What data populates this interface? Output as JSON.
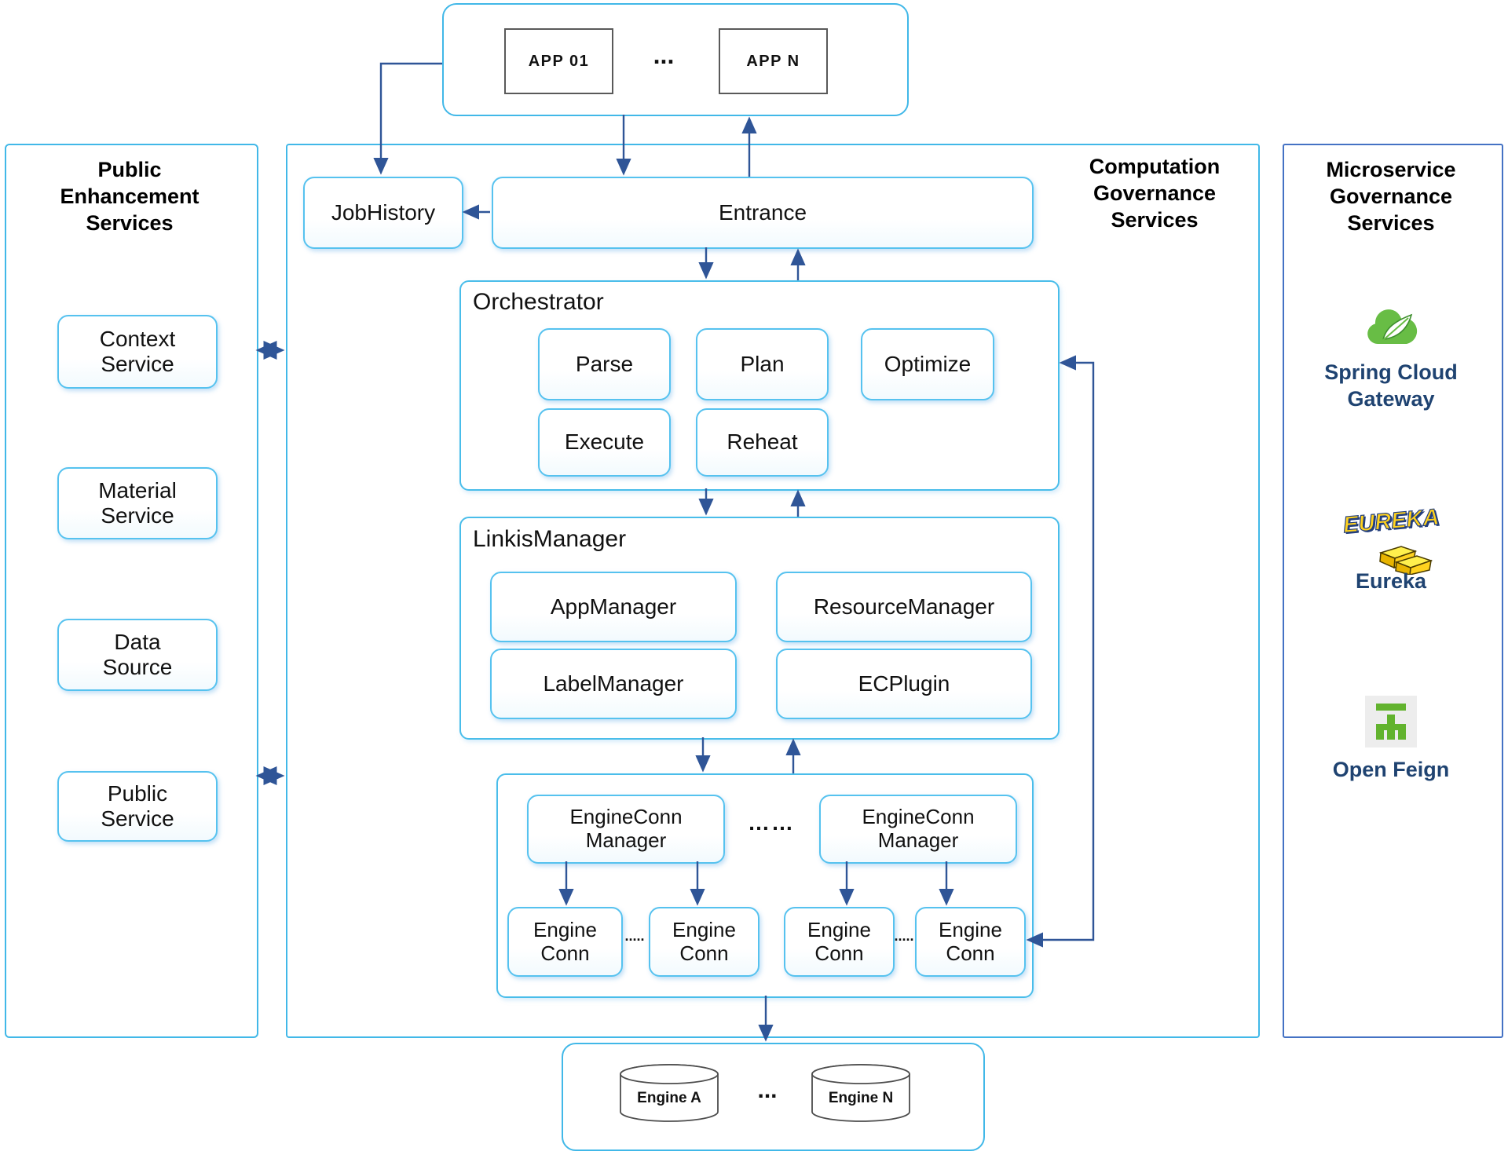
{
  "top_apps": {
    "app_01": "APP 01",
    "dots": "...",
    "app_n": "APP N"
  },
  "left_panel": {
    "title_lines": [
      "Public",
      "Enhancement",
      "Services"
    ],
    "boxes": [
      [
        "Context",
        "Service"
      ],
      [
        "Material",
        "Service"
      ],
      [
        "Data",
        "Source"
      ],
      [
        "Public",
        "Service"
      ]
    ]
  },
  "middle_panel": {
    "title_lines": [
      "Computation",
      "Governance",
      "Services"
    ],
    "job_history": "JobHistory",
    "entrance": "Entrance",
    "orchestrator": {
      "label": "Orchestrator",
      "row1": [
        "Parse",
        "Plan",
        "Optimize"
      ],
      "row2": [
        "Execute",
        "Reheat"
      ]
    },
    "linkis_manager": {
      "label": "LinkisManager",
      "col1": [
        "AppManager",
        "LabelManager"
      ],
      "col2": [
        "ResourceManager",
        "ECPlugin"
      ]
    },
    "engine_conn": {
      "manager_lines": [
        "EngineConn",
        "Manager"
      ],
      "manager_dots": "……",
      "conn_lines": [
        "Engine",
        "Conn"
      ],
      "conn_dots": "....."
    }
  },
  "bottom_engines": {
    "engine_a": "Engine A",
    "dots": "...",
    "engine_n": "Engine N"
  },
  "right_panel": {
    "title_lines": [
      "Microservice",
      "Governance",
      "Services"
    ],
    "spring": {
      "label_lines": [
        "Spring Cloud",
        "Gateway"
      ]
    },
    "eureka": {
      "logo_text": "EUREKA",
      "label": "Eureka"
    },
    "feign": {
      "label": "Open Feign"
    }
  },
  "colors": {
    "panel_cyan": "#41b8e8",
    "box_cyan": "#56c2ef",
    "right_panel_blue": "#4472c4",
    "arrow_blue": "#2f5597",
    "label_navy": "#1f4371",
    "spring_green": "#68bd45",
    "eureka_yellow": "#ffd21e",
    "feign_green": "#62b32e"
  }
}
